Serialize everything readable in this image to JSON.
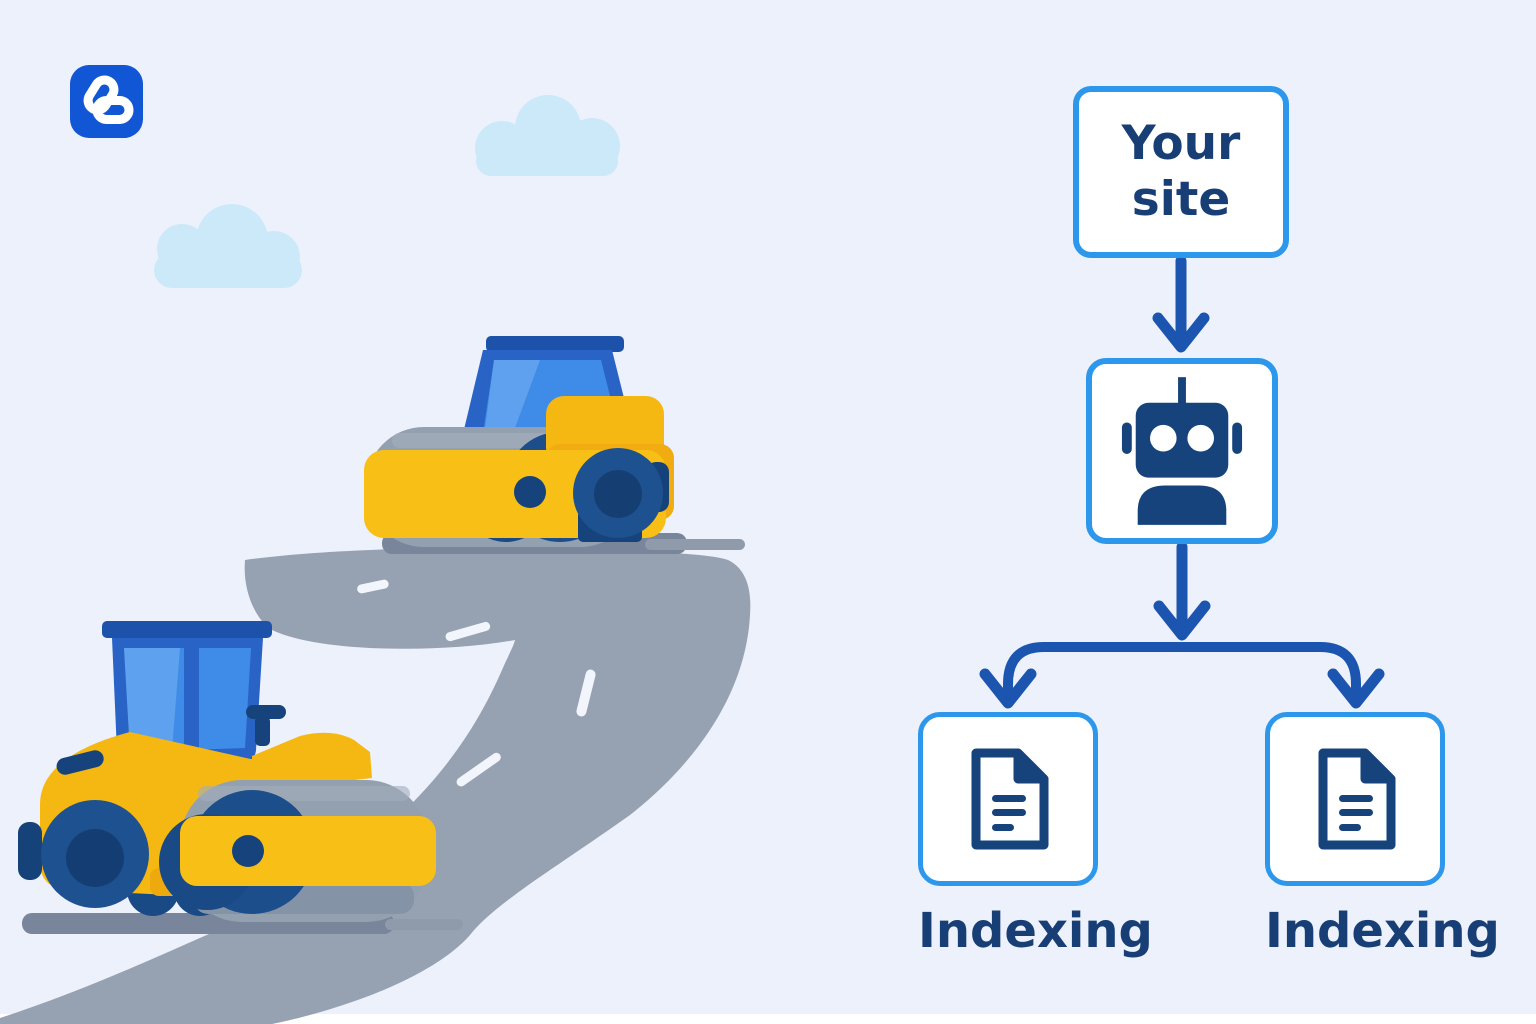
{
  "logo": {
    "icon": "chain-link-icon",
    "background_color": "#1156d4",
    "icon_color": "#ffffff"
  },
  "flowchart": {
    "top_node_label": "Your site",
    "crawler_icon": "robot-icon",
    "document_icon": "document-icon",
    "left_label": "Indexing",
    "right_label": "Indexing",
    "connector_style": "rounded-elbow-arrows"
  },
  "illustration": {
    "subject": "two road rollers paving a winding road",
    "cloud_count": 2,
    "road_marking_dashes": 4
  },
  "colors": {
    "background": "#edf1fb",
    "navy_text": "#183e76",
    "node_border": "#2d97ec",
    "arrow": "#1b55b0",
    "icon_navy": "#16437c",
    "logo_blue": "#1156d4",
    "cloud": "#cce9fa",
    "road": "#96a1b2",
    "road_marking": "#f2f5fc",
    "vehicle_yellow": "#f5b712",
    "cab_blue": "#2a63c6",
    "window_blue": "#3f8ce8",
    "wheel_navy": "#1d518f",
    "drum_gray": "#93a0b0",
    "white": "#ffffff"
  }
}
